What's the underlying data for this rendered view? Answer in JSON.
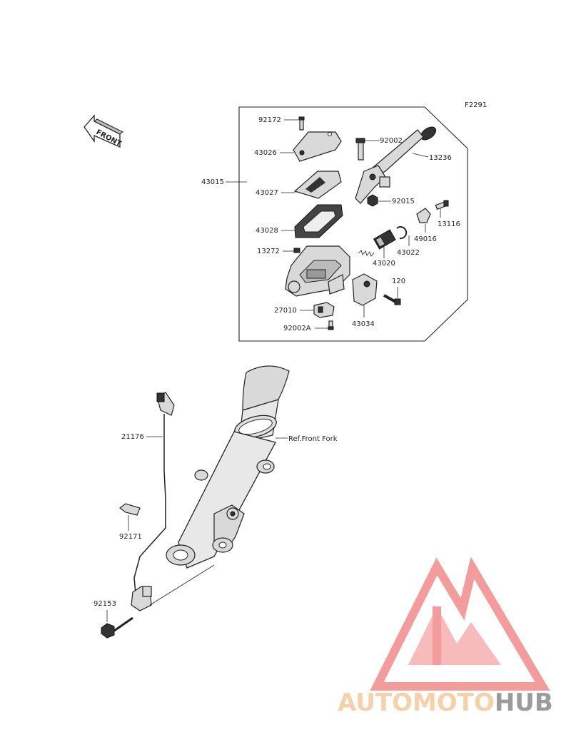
{
  "figure_code": "F2291",
  "front_marker": "FRONT",
  "parts": {
    "p92172": "92172",
    "p43026": "43026",
    "p43015": "43015",
    "p43027": "43027",
    "p43028": "43028",
    "p13272": "13272",
    "p92002": "92002",
    "p13236": "13236",
    "p92015": "92015",
    "p13116": "13116",
    "p49016": "49016",
    "p43022": "43022",
    "p43020": "43020",
    "p120": "120",
    "p27010": "27010",
    "p43034": "43034",
    "p92002A": "92002A",
    "p21176": "21176",
    "p92171": "92171",
    "p92153": "92153"
  },
  "ref_front_fork": "Ref.Front Fork",
  "watermark": {
    "part1": "AUTOMOTO",
    "part2": "HUB",
    "color_auto": "#f5c89a",
    "color_moto": "#f19a9a",
    "color_hub": "#8a8a8a",
    "logo_color": "#f08b8b"
  }
}
